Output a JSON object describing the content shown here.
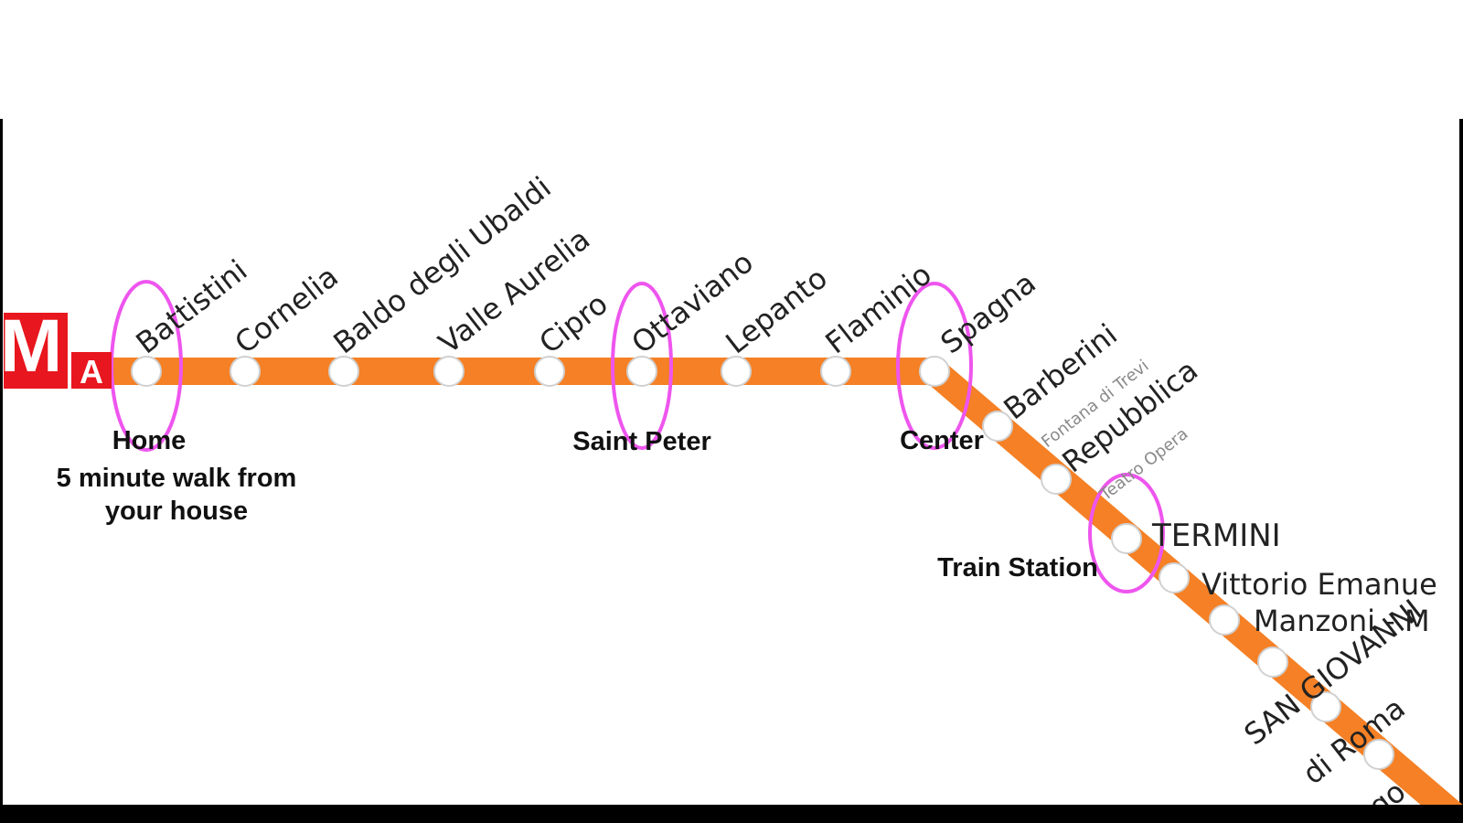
{
  "logo": {
    "letter": "M",
    "line": "A"
  },
  "colors": {
    "line": "#f58025",
    "highlight": "#ee55ee",
    "logo": "#e8161e",
    "station_fill": "#ffffff"
  },
  "stations": [
    {
      "name": "Battistini",
      "highlight": true
    },
    {
      "name": "Cornelia"
    },
    {
      "name": "Baldo degli Ubaldi"
    },
    {
      "name": "Valle Aurelia"
    },
    {
      "name": "Cipro"
    },
    {
      "name": "Ottaviano",
      "highlight": true
    },
    {
      "name": "Lepanto"
    },
    {
      "name": "Flaminio"
    },
    {
      "name": "Spagna",
      "highlight": true
    },
    {
      "name": "Barberini",
      "sub": "Fontana di Trevi"
    },
    {
      "name": "Repubblica",
      "sub": "Teatro Opera"
    },
    {
      "name": "TERMINI",
      "highlight": true
    },
    {
      "name": "Vittorio Emanue"
    },
    {
      "name": "Manzoni - M"
    },
    {
      "name": "SAN GIOVANNI"
    },
    {
      "name": "di Roma"
    },
    {
      "name": "ngo"
    }
  ],
  "annotations": {
    "home": [
      "Home",
      "5 minute walk from",
      "your house"
    ],
    "saint_peter": "Saint Peter",
    "center": "Center",
    "train_station": "Train Station"
  }
}
